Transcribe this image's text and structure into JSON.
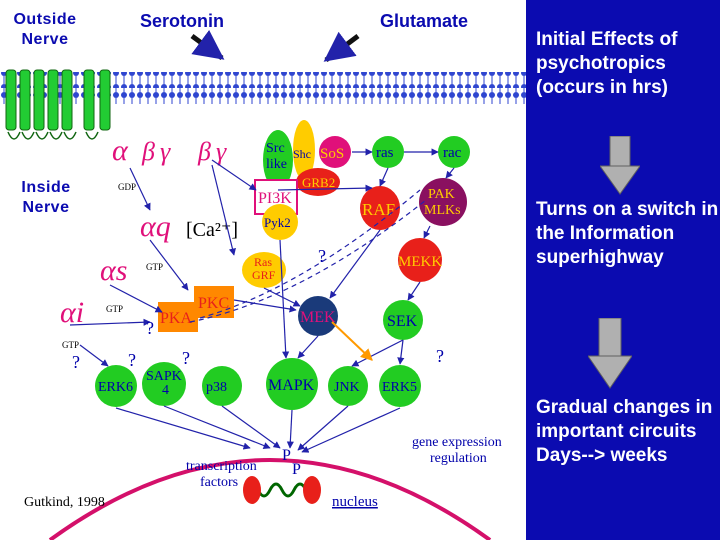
{
  "labels": {
    "outside": "Outside\nNerve",
    "inside": "Inside\nNerve",
    "serotonin": "Serotonin",
    "glutamate": "Glutamate"
  },
  "molecules": {
    "alpha": "α",
    "beta": "β",
    "gamma": "γ",
    "gdp": "GDP",
    "alpha_q": "αq",
    "gtp": "GTP",
    "ca": "[Ca²⁺]",
    "alpha_s": "αs",
    "alpha_i": "αi",
    "src": "Src\nlike",
    "shc": "Shc",
    "sos": "SoS",
    "grb2": "GRB2",
    "ras": "ras",
    "rac": "rac",
    "pi3k": "PI3K",
    "pyk2": "Pyk2",
    "rasgrf": "Ras\nGRF",
    "raf": "RAF",
    "pak": "PAK\nMLKs",
    "mekk": "MEKK",
    "pkc": "PKC",
    "pka": "PKA",
    "mek": "MEK",
    "sek": "SEK",
    "erk6": "ERK6",
    "sapk": "SAPK\n4",
    "p38": "p38",
    "mapk": "MAPK",
    "jnk": "JNK",
    "erk5": "ERK5",
    "p": "P",
    "q": "?"
  },
  "nucleus": {
    "gene_expression": "gene expression\nregulation",
    "transcription": "transcription\nfactors",
    "nucleus": "nucleus",
    "citation": "Gutkind, 1998"
  },
  "side": {
    "effects": "Initial Effects of psychotropics (occurs in hrs)",
    "switch": "Turns on a switch in the Information superhighway",
    "gradual": "Gradual changes in important circuits Days--> weeks"
  },
  "colors": {
    "background": "#0b0bb0",
    "membrane": "#3344cc",
    "receptor": "#22cc33",
    "green_node": "#22cc22",
    "magenta": "#e0107a",
    "orange": "#ff8800",
    "yellow": "#ffcc00",
    "red": "#e8201a",
    "purple": "#8a1060",
    "nucleus_arc": "#d4106a",
    "arrow": "#b0b0b0"
  }
}
